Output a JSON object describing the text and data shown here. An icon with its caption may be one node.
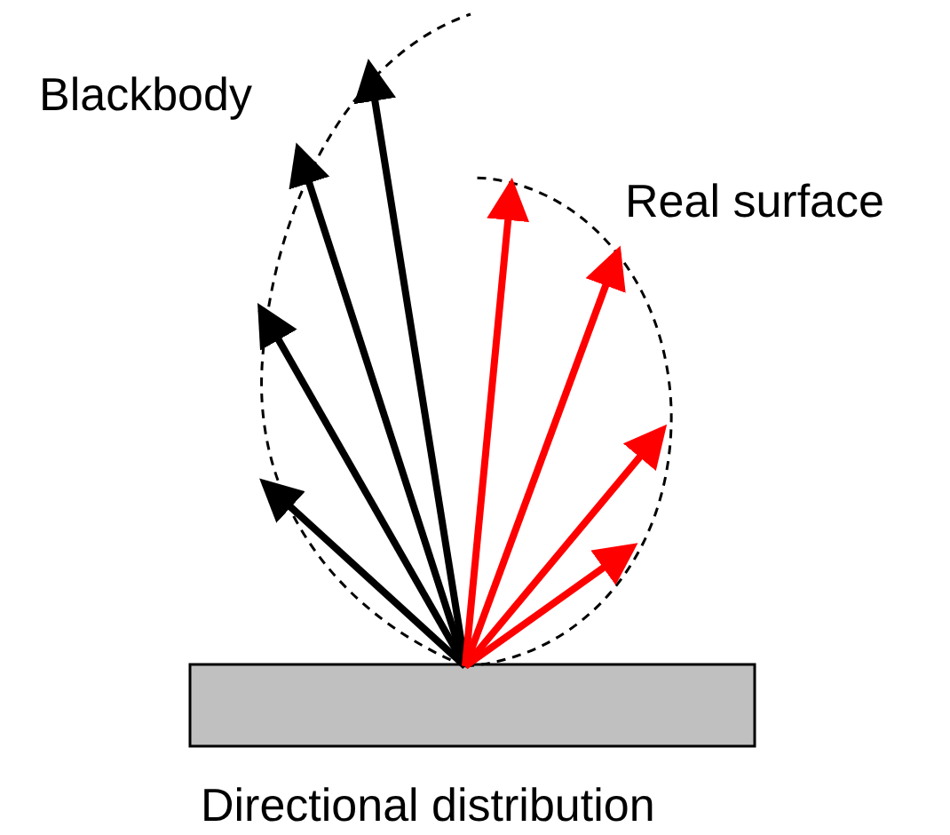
{
  "diagram": {
    "caption": "Directional distribution",
    "labels": [
      "Blackbody",
      "Real surface"
    ]
  }
}
